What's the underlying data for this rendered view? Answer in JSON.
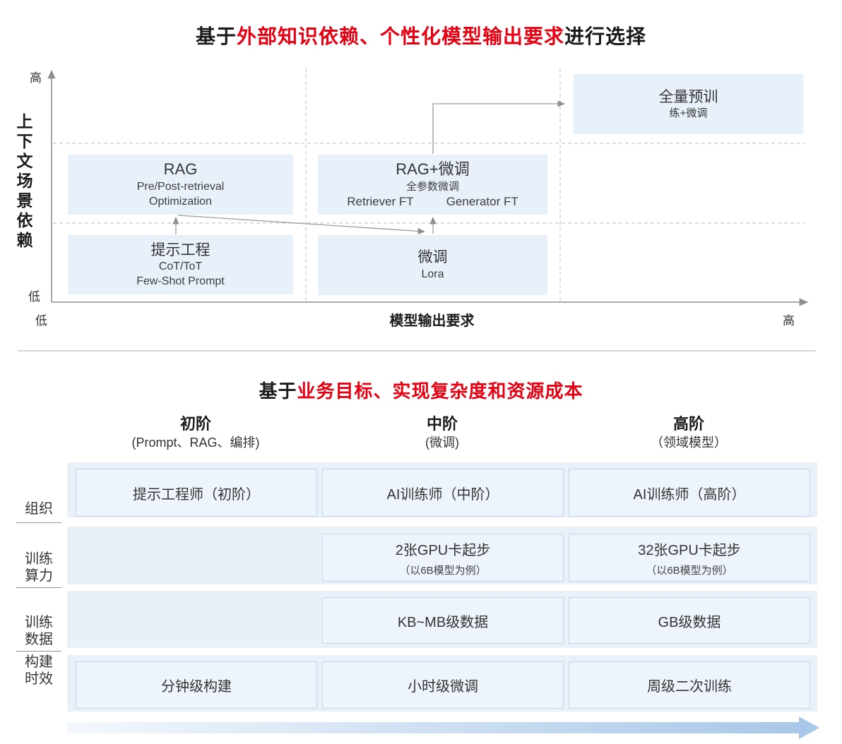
{
  "colors": {
    "accent_red": "#e60012",
    "box_fill": "#e8f1f9",
    "band_fill": "#e9f0f8",
    "cell_fill": "#eef4fb",
    "cell_border": "#bed6ee",
    "arrow_gray": "#8f8f8f",
    "dashed_gray": "#c9c9c9",
    "progression_blue": "#a9c7e8"
  },
  "icons": {
    "axis_arrow": "triangle-arrowhead",
    "flow_arrow": "triangle-arrowhead",
    "progression_arrow": "right-gradient-arrow"
  },
  "s1": {
    "title": {
      "prefix": "基于",
      "highlight": "外部知识依赖、个性化模型输出要求",
      "suffix": "进行选择"
    },
    "y_axis": {
      "label": "上下文场景依赖",
      "high": "高",
      "low": "低"
    },
    "x_axis": {
      "label": "模型输出要求",
      "low": "低",
      "high": "高"
    },
    "boxes": {
      "rag": {
        "title": "RAG",
        "line1": "Pre/Post-retrieval",
        "line2": "Optimization"
      },
      "prompt_eng": {
        "title": "提示工程",
        "line1": "CoT/ToT",
        "line2": "Few-Shot Prompt"
      },
      "rag_ft": {
        "title": "RAG+微调",
        "line1": "全参数微调",
        "left": "Retriever FT",
        "right": "Generator FT"
      },
      "ft": {
        "title": "微调",
        "line1": "Lora"
      },
      "pretrain": {
        "title_line1": "全量预训",
        "title_line2": "练+微调"
      }
    }
  },
  "s2": {
    "title": {
      "prefix": "基于",
      "highlight": "业务目标、实现复杂度和资源成本"
    },
    "columns": [
      {
        "label": "初阶",
        "sub": "(Prompt、RAG、编排)"
      },
      {
        "label": "中阶",
        "sub": "(微调)"
      },
      {
        "label": "高阶",
        "sub": "（领域模型）"
      }
    ],
    "row_labels": [
      {
        "line1": "组织",
        "line2": ""
      },
      {
        "line1": "训练",
        "line2": "算力"
      },
      {
        "line1": "训练",
        "line2": "数据"
      },
      {
        "line1": "构建",
        "line2": "时效"
      }
    ],
    "cells": {
      "r1c1": {
        "main": "提示工程师（初阶）"
      },
      "r1c2": {
        "main": "AI训练师（中阶）"
      },
      "r1c3": {
        "main": "AI训练师（高阶）"
      },
      "r2c2": {
        "main": "2张GPU卡起步",
        "sub": "（以6B模型为例）"
      },
      "r2c3": {
        "main": "32张GPU卡起步",
        "sub": "（以6B模型为例）"
      },
      "r3c2": {
        "main": "KB~MB级数据"
      },
      "r3c3": {
        "main": "GB级数据"
      },
      "r4c1": {
        "main": "分钟级构建"
      },
      "r4c2": {
        "main": "小时级微调"
      },
      "r4c3": {
        "main": "周级二次训练"
      }
    }
  }
}
